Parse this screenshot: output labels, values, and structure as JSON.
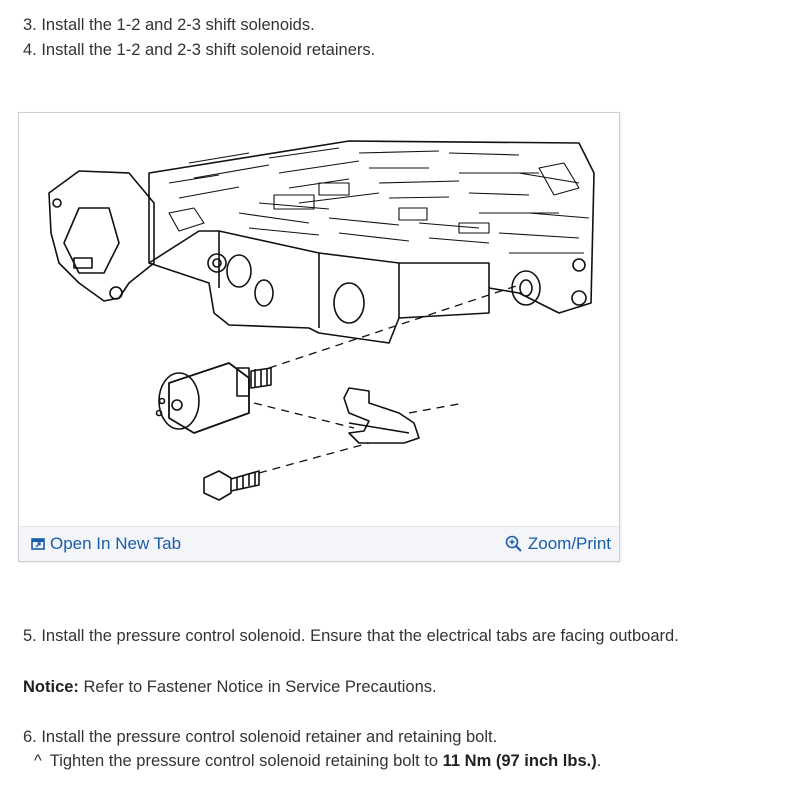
{
  "steps_top": [
    "3. Install the 1-2 and 2-3 shift solenoids.",
    "4. Install the 1-2 and 2-3 shift solenoid retainers."
  ],
  "figure": {
    "open_tab_label": "Open In New Tab",
    "zoom_label": "Zoom/Print",
    "icons": [
      "open-new-tab-icon",
      "zoom-icon"
    ],
    "link_color": "#1a5dab"
  },
  "step5": "5. Install the pressure control solenoid. Ensure that the electrical tabs are facing outboard.",
  "notice": {
    "label": "Notice:",
    "text": " Refer to Fastener Notice in Service Precautions."
  },
  "step6": "6. Install the pressure control solenoid retainer and retaining bolt.",
  "sub": {
    "caret": "^",
    "prefix": "Tighten the pressure control solenoid retaining bolt to ",
    "torque_metric": "11 Nm",
    "torque_imperial": "(97 inch lbs.)",
    "suffix": "."
  }
}
